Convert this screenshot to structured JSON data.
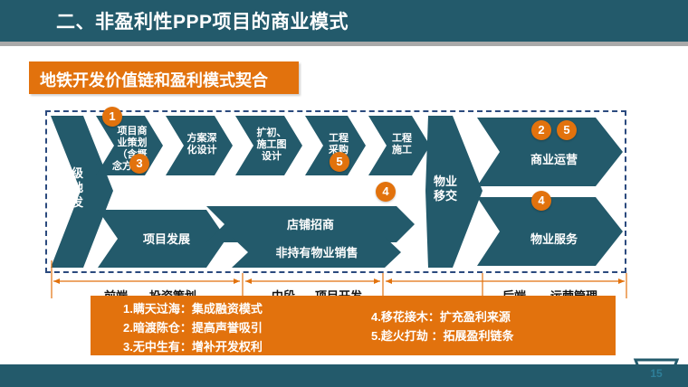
{
  "header": {
    "title": "二、非盈利性PPP项目的商业模式"
  },
  "section": {
    "badge_label": "地铁开发价值链和盈利模式契合"
  },
  "diagram": {
    "land_block": [
      "一级",
      "土地",
      "开发"
    ],
    "transfer_block": [
      "物业",
      "移交"
    ],
    "top_chevrons": [
      {
        "lines": [
          "项目商",
          "业策划",
          "（含概",
          "念方案）"
        ]
      },
      {
        "lines": [
          "方案深",
          "化设计"
        ]
      },
      {
        "lines": [
          "扩初、",
          "施工图",
          "设计"
        ]
      },
      {
        "lines": [
          "工程",
          "采购"
        ]
      },
      {
        "lines": [
          "工程",
          "施工"
        ]
      }
    ],
    "bottom_chevrons": [
      {
        "lines": [
          "项目发展"
        ]
      },
      {
        "lines": [
          "店铺招商"
        ]
      },
      {
        "lines": [
          "非持有物业销售"
        ]
      }
    ],
    "right_chevrons": [
      {
        "lines": [
          "商业运营"
        ]
      },
      {
        "lines": [
          "物业服务"
        ]
      }
    ],
    "badges": [
      {
        "id": "badge-1",
        "value": "1"
      },
      {
        "id": "badge-3",
        "value": "3"
      },
      {
        "id": "badge-5a",
        "value": "5"
      },
      {
        "id": "badge-4a",
        "value": "4"
      },
      {
        "id": "badge-2",
        "value": "2"
      },
      {
        "id": "badge-5b",
        "value": "5"
      },
      {
        "id": "badge-4b",
        "value": "4"
      }
    ]
  },
  "stages": [
    {
      "name": "前端",
      "desc": "投资策划"
    },
    {
      "name": "中段",
      "desc": "项目开发"
    },
    {
      "name": "后端",
      "desc": "运营管理"
    }
  ],
  "conclusion": {
    "left": [
      "1.瞒天过海：集成融资模式",
      "2.暗渡陈仓：提高声誉吸引",
      "3.无中生有：增补开发权利"
    ],
    "right": [
      "4.移花接木：扩充盈利来源",
      "5.趁火打劫 ：拓展盈利链条"
    ]
  },
  "footer": {
    "page_number": "15"
  },
  "colors": {
    "teal": "#235a6b",
    "orange": "#e2720d",
    "dash_blue": "#2b4a7e",
    "page_num": "#2e7f99"
  }
}
